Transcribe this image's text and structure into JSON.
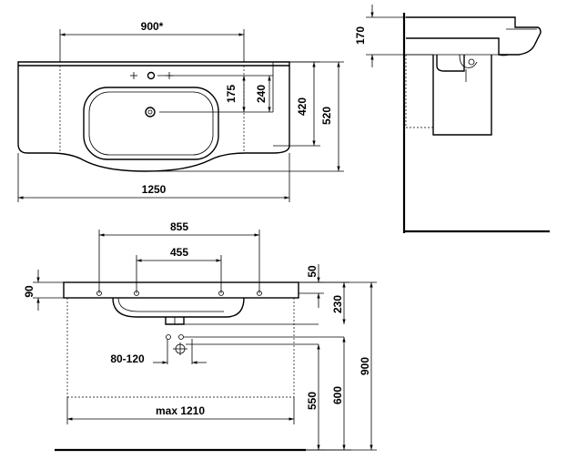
{
  "top_view": {
    "width_inner": "900*",
    "depth_175": "175",
    "depth_240": "240",
    "depth_420": "420",
    "depth_520": "520",
    "total_width": "1250"
  },
  "side_view": {
    "height_170": "170"
  },
  "front_view": {
    "width_855": "855",
    "width_455": "455",
    "thickness_90": "90",
    "dim_50": "50",
    "dim_230": "230",
    "dim_550": "550",
    "dim_600": "600",
    "dim_900": "900",
    "drain_range": "80-120",
    "max_width": "max 1210"
  }
}
